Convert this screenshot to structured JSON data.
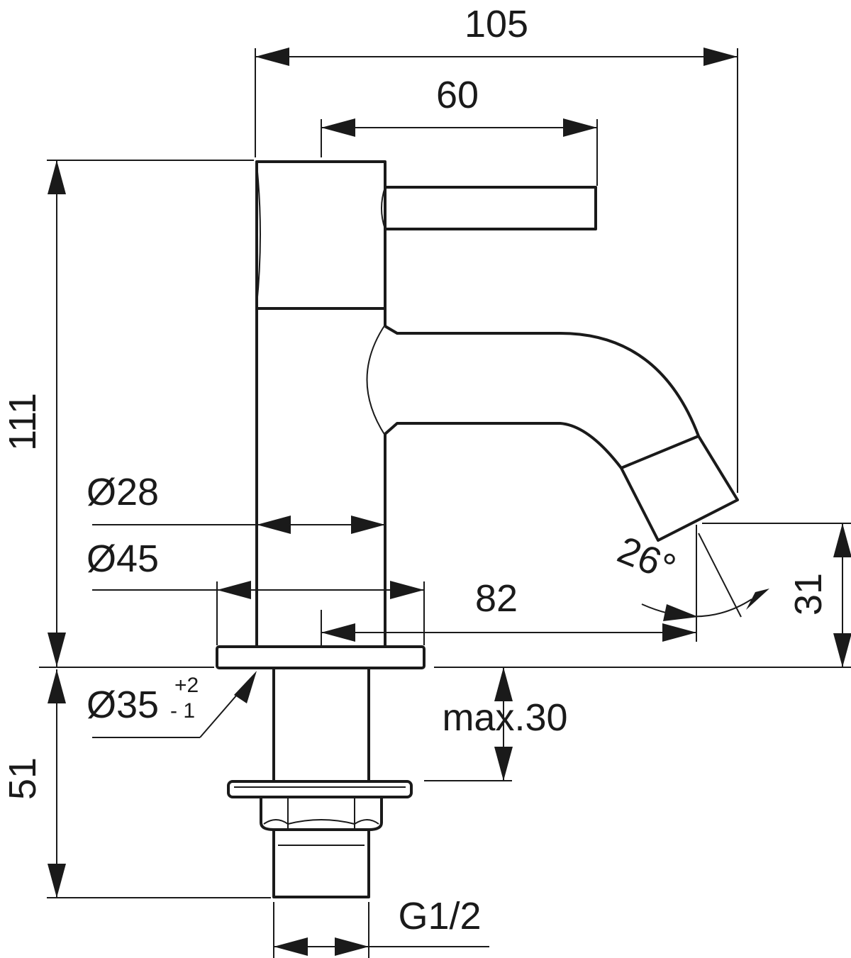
{
  "dimensions": {
    "overall_width": "105",
    "handle_length": "60",
    "height_above_deck": "111",
    "below_deck_length": "51",
    "spout_projection": "82",
    "spout_outlet_height": "31",
    "spout_angle": "26°",
    "body_diameter": "Ø28",
    "base_diameter": "Ø45",
    "hole_diameter": "Ø35",
    "hole_tolerance_upper": "+2",
    "hole_tolerance_lower": "- 1",
    "max_deck_thickness": "max.30",
    "thread_size": "G1/2"
  },
  "colors": {
    "line": "#1a1a1a",
    "background": "#ffffff"
  }
}
